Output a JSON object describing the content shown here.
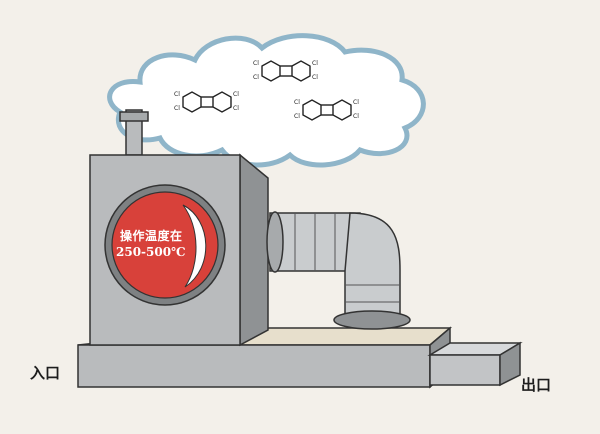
{
  "labels": {
    "inlet": "入口",
    "outlet": "出口",
    "temperature_line1": "操作温度在",
    "temperature_line2": "250-500℃"
  },
  "molecule_label": "Cl",
  "colors": {
    "background": "#f3f0ea",
    "furnace_body": "#b9bbbd",
    "furnace_side": "#8f9294",
    "window_red": "#d8413a",
    "smoke_outline": "#8fb5c9",
    "duct_metal": "#c9ccce",
    "base_top": "#e7dfcc"
  }
}
